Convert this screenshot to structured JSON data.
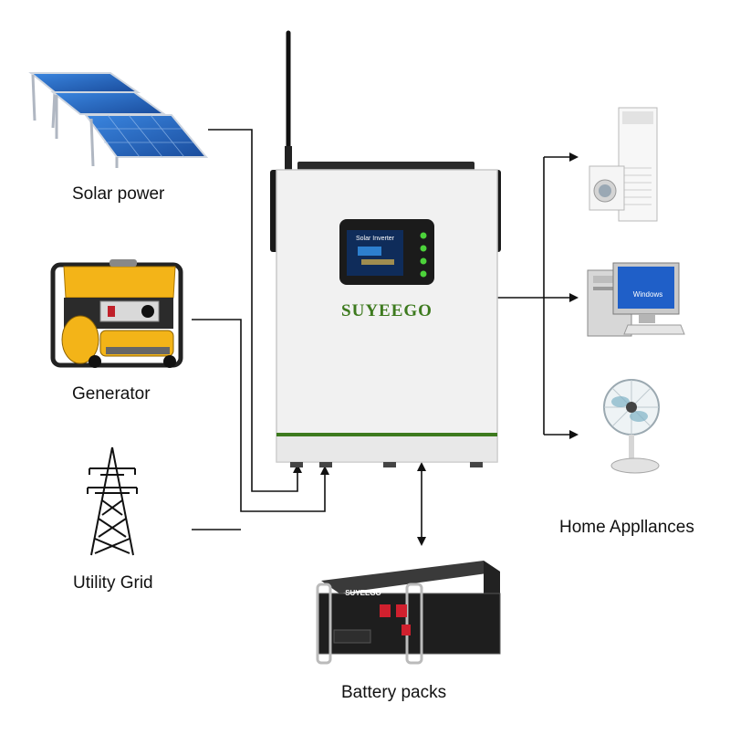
{
  "labels": {
    "solar": "Solar power",
    "generator": "Generator",
    "grid": "Utility Grid",
    "home": "Home Appllances",
    "battery": "Battery packs"
  },
  "inverter": {
    "brand": "SUYEEGO",
    "screen_title": "Solar Inverter"
  },
  "battery_pack": {
    "brand": "SUYEEGO"
  },
  "appliance_screen_text": "Windows",
  "colors": {
    "brand_green": "#3d7a1e",
    "led_green": "#4cd23a",
    "generator_yellow": "#f3b418",
    "solar_blue": "#1d5fb8",
    "battery_red": "#d0202e"
  }
}
